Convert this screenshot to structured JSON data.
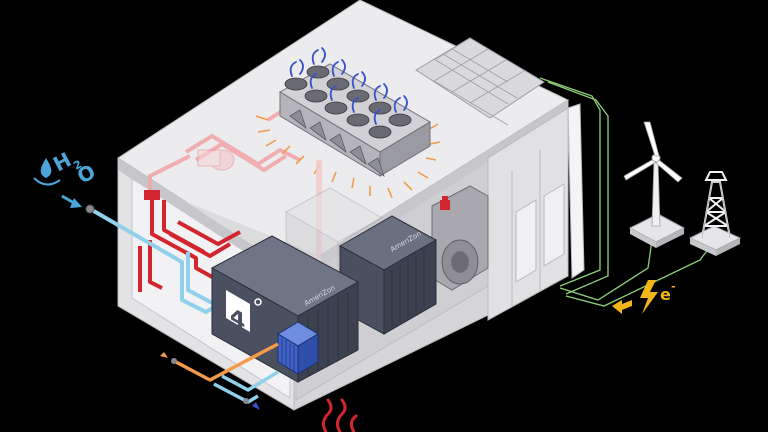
{
  "labels": {
    "water_h": "H",
    "water_2": "2",
    "water_o": "O",
    "electron_e": "e",
    "electron_minus": "-",
    "unit_brand": "AmeriZon",
    "unit_brand_small": "AmeriZon",
    "logo_degree": "4"
  },
  "colors": {
    "background": "#000000",
    "building_wall": "#e6e6e8",
    "building_shade": "#c9c9cc",
    "unit_body": "#4b5060",
    "unit_dark": "#2f3341",
    "hot_pipe": "#d2262e",
    "cold_pipe": "#8fd0ea",
    "warm_orange": "#f39a4c",
    "electric_yellow": "#f3b61a",
    "power_line": "#8fd07a",
    "plate_exchanger": "#3f63c8"
  },
  "icons": [
    "water-drop-icon",
    "lightning-icon",
    "wind-turbine-icon",
    "oil-derrick-icon",
    "flame-icon",
    "solar-panel-icon"
  ]
}
